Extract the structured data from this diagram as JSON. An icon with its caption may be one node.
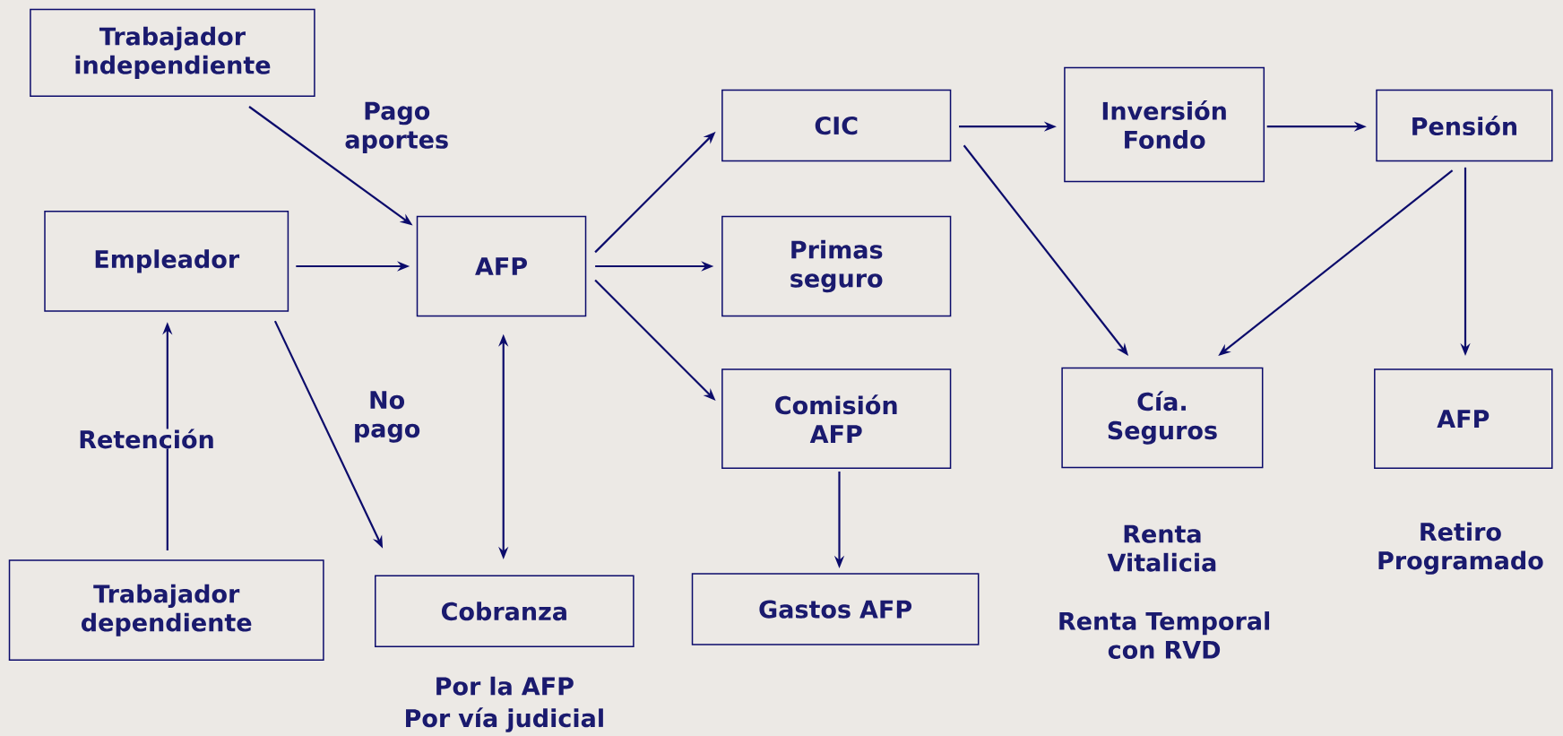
{
  "diagram": {
    "nodes": [
      {
        "text": [
          "Trabajador independiente"
        ]
      },
      {
        "text": [
          "Empleador"
        ]
      },
      {
        "text": [
          "AFP"
        ]
      },
      {
        "text": [
          "Trabajador dependiente"
        ]
      },
      {
        "text": [
          "Cobranza"
        ],
        "beside": [
          "Por la AFP",
          "Por vía judicial"
        ]
      },
      {
        "text": [
          "CIC"
        ]
      },
      {
        "text": [
          "Primas seguro"
        ]
      },
      {
        "text": [
          "Comisión AFP"
        ]
      },
      {
        "text": [
          "Gastos AFP"
        ]
      },
      {
        "text": [
          "Inversión Fondo"
        ]
      },
      {
        "text": [
          "Pensión"
        ]
      },
      {
        "text": [
          "Cía. Seguros"
        ],
        "beside": [
          "Renta Vitalicia",
          "Renta Temporal con RVD"
        ]
      },
      {
        "text": [
          "AFP"
        ],
        "beside": [
          "Retiro Programado"
        ]
      }
    ],
    "edges": [
      {
        "from": 0,
        "to": 2,
        "arrow": "to",
        "label": "Pago aportes"
      },
      {
        "from": 1,
        "to": 2,
        "arrow": "to"
      },
      {
        "from": 3,
        "to": 1,
        "arrow": "to",
        "label": "Retención"
      },
      {
        "from": 1,
        "to": 4,
        "arrow": "to",
        "label": "No pago"
      },
      {
        "from": 2,
        "to": 4,
        "arrow": "both"
      },
      {
        "from": 2,
        "to": 5,
        "arrow": "to"
      },
      {
        "from": 2,
        "to": 6,
        "arrow": "to"
      },
      {
        "from": 2,
        "to": 7,
        "arrow": "to"
      },
      {
        "from": 7,
        "to": 8,
        "arrow": "to"
      },
      {
        "from": 5,
        "to": 9,
        "arrow": "to"
      },
      {
        "from": 9,
        "to": 10,
        "arrow": "to"
      },
      {
        "from": 5,
        "to": 11,
        "arrow": "to"
      },
      {
        "from": 10,
        "to": 11,
        "arrow": "to"
      },
      {
        "from": 10,
        "to": 12,
        "arrow": "to"
      }
    ]
  }
}
